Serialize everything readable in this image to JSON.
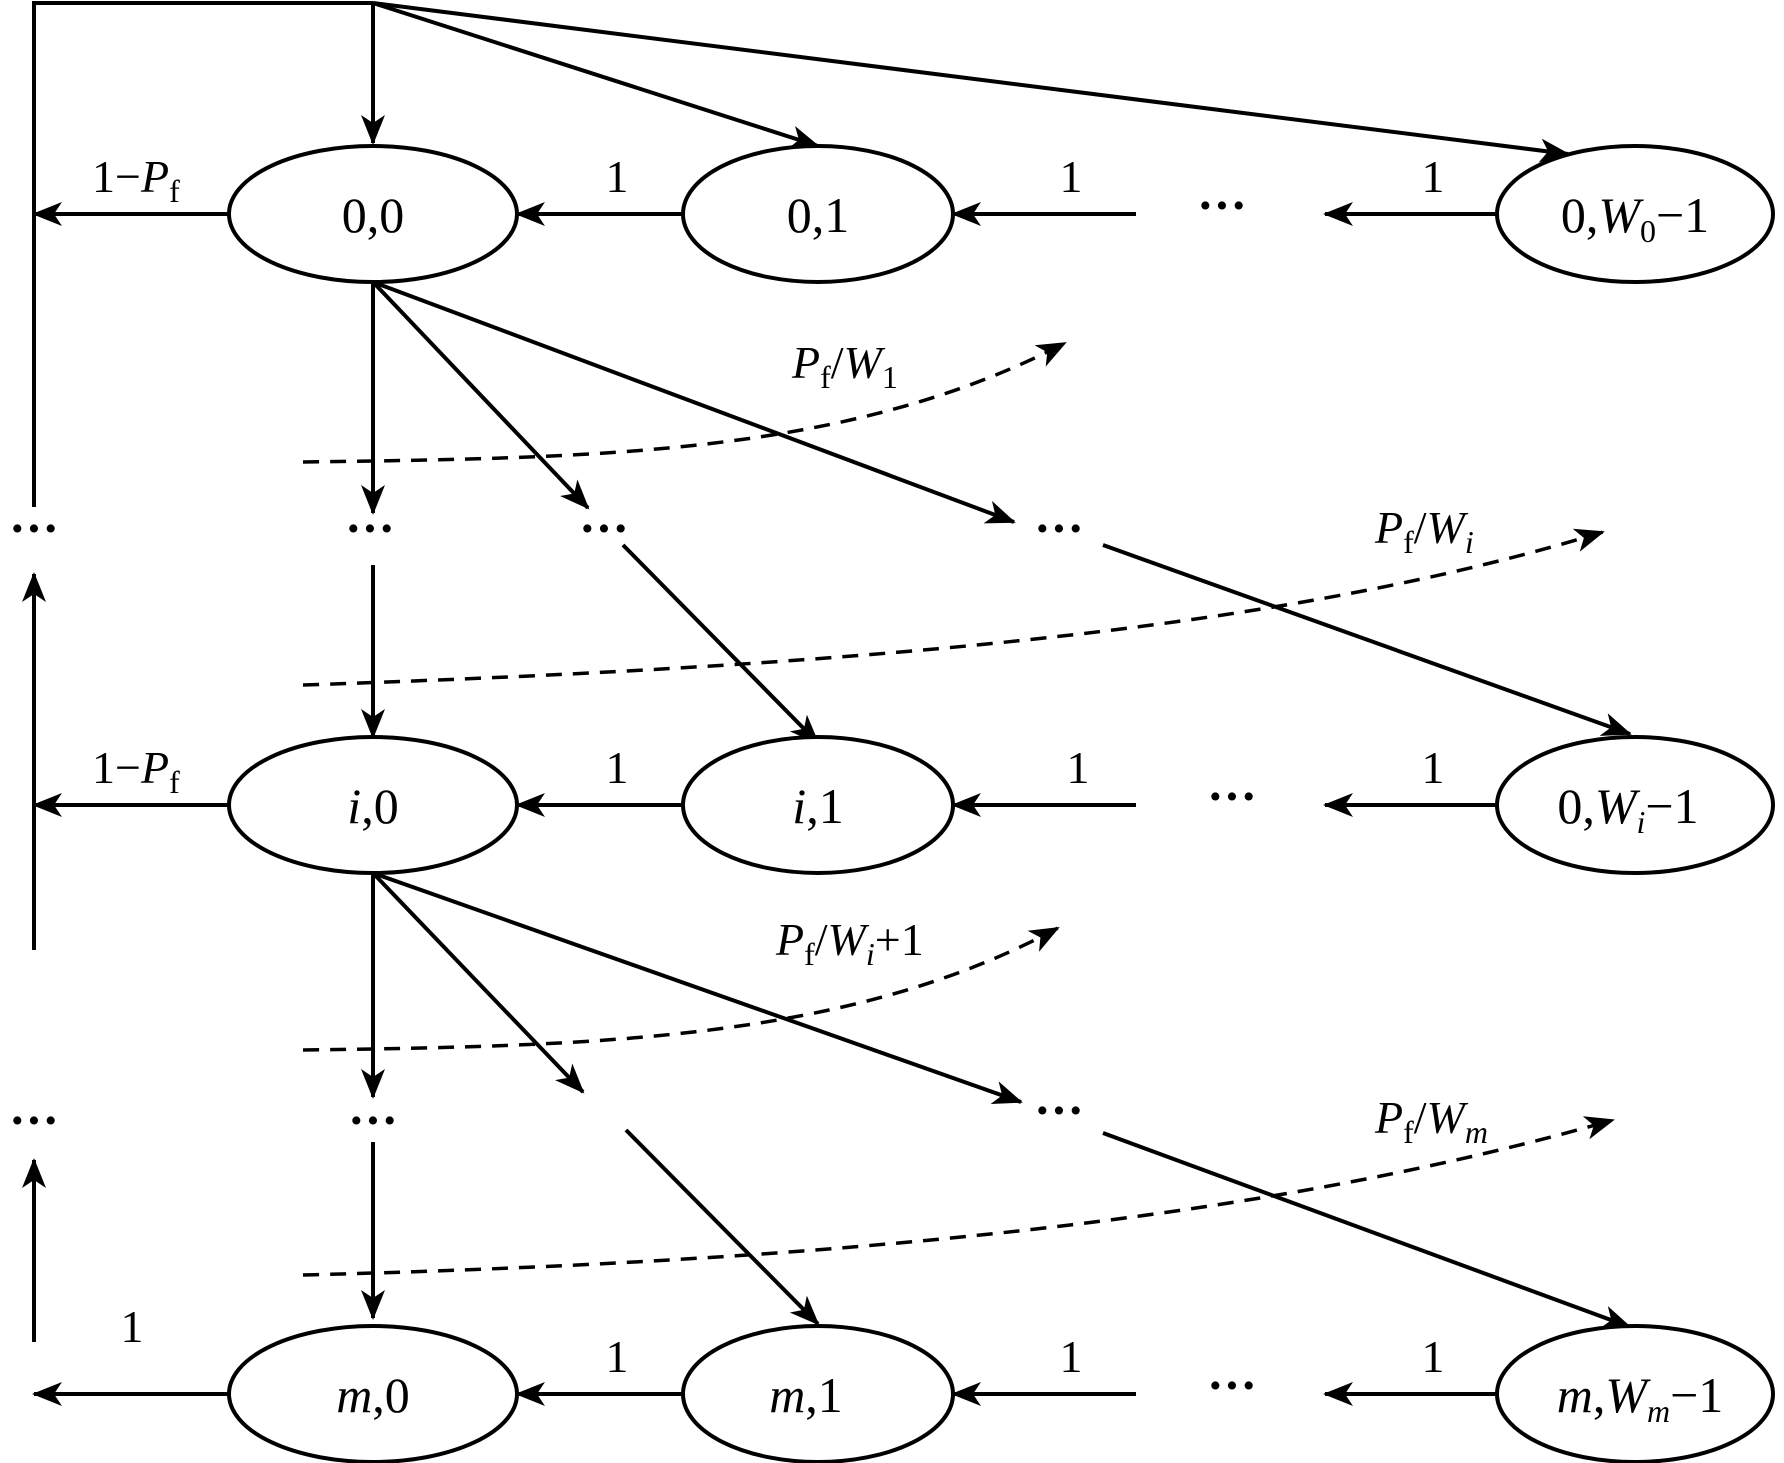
{
  "nodes": {
    "n00": "0,0",
    "n01": "0,1",
    "n0W_pre": "0,",
    "n0W_var": "W",
    "n0W_sub": "0",
    "n0W_post": "−1",
    "ni0_var": "i",
    "ni0_post": ",0",
    "ni1_var": "i",
    "ni1_post": ",1",
    "niW_pre": "0,",
    "niW_var": "W",
    "niW_sub": "i",
    "niW_post": "−1",
    "nm0_var": "m",
    "nm0_post": ",0",
    "nm1_var": "m",
    "nm1_post": ",1",
    "nmW_var": "m",
    "nmW_comma": ",",
    "nmW_W": "W",
    "nmW_sub": "m",
    "nmW_post": "−1"
  },
  "labels": {
    "one": "1",
    "fail_prefix": "1−",
    "P": "P",
    "f": "f",
    "slash": "/",
    "W": "W",
    "sub_1": "1",
    "sub_i": "i",
    "sub_m": "m",
    "plus_one": "+1",
    "ellipsis": "···"
  }
}
